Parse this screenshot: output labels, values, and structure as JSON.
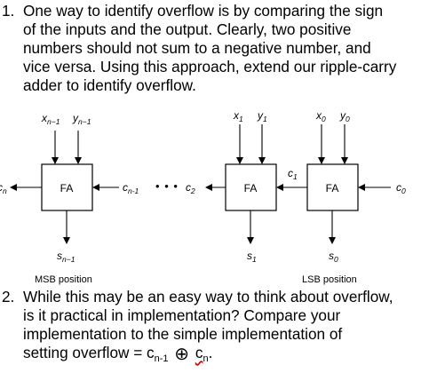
{
  "q1": {
    "number": "1.",
    "lines": [
      "One way to identify overflow is by comparing the sign",
      "of the inputs and the output. Clearly, two positive",
      "numbers should not sum to a negative number, and",
      "vice versa. Using this approach, extend our ripple-carry",
      "adder to identify overflow."
    ]
  },
  "diagram": {
    "fa_label": "FA",
    "dots": "• • •",
    "msb_caption": "MSB position",
    "lsb_caption": "LSB position",
    "labels": {
      "x_n1": "x",
      "x_n1_sub": "n−1",
      "y_n1": "y",
      "y_n1_sub": "n−1",
      "x1": "x",
      "x1_sub": "1",
      "y1": "y",
      "y1_sub": "1",
      "x0": "x",
      "x0_sub": "0",
      "y0": "y",
      "y0_sub": "0",
      "cn": "c",
      "cn_sub": "n",
      "cn1": "c",
      "cn1_sub": "n-1",
      "c2": "c",
      "c2_sub": "2",
      "c1": "c",
      "c1_sub": "1",
      "c0": "c",
      "c0_sub": "0",
      "s_n1": "s",
      "s_n1_sub": "n−1",
      "s1": "s",
      "s1_sub": "1",
      "s0": "s",
      "s0_sub": "0"
    }
  },
  "q2": {
    "number": "2.",
    "lines": [
      "While this may be an easy way to think about overflow,",
      "is it practical in implementation? Compare your",
      "implementation to the simple implementation of"
    ],
    "last_line_prefix": "setting overflow = c",
    "last_line_sub1": "n-1",
    "xor_symbol": "⊕",
    "last_line_c": "c",
    "last_line_sub2": "n",
    "last_line_end": "."
  }
}
